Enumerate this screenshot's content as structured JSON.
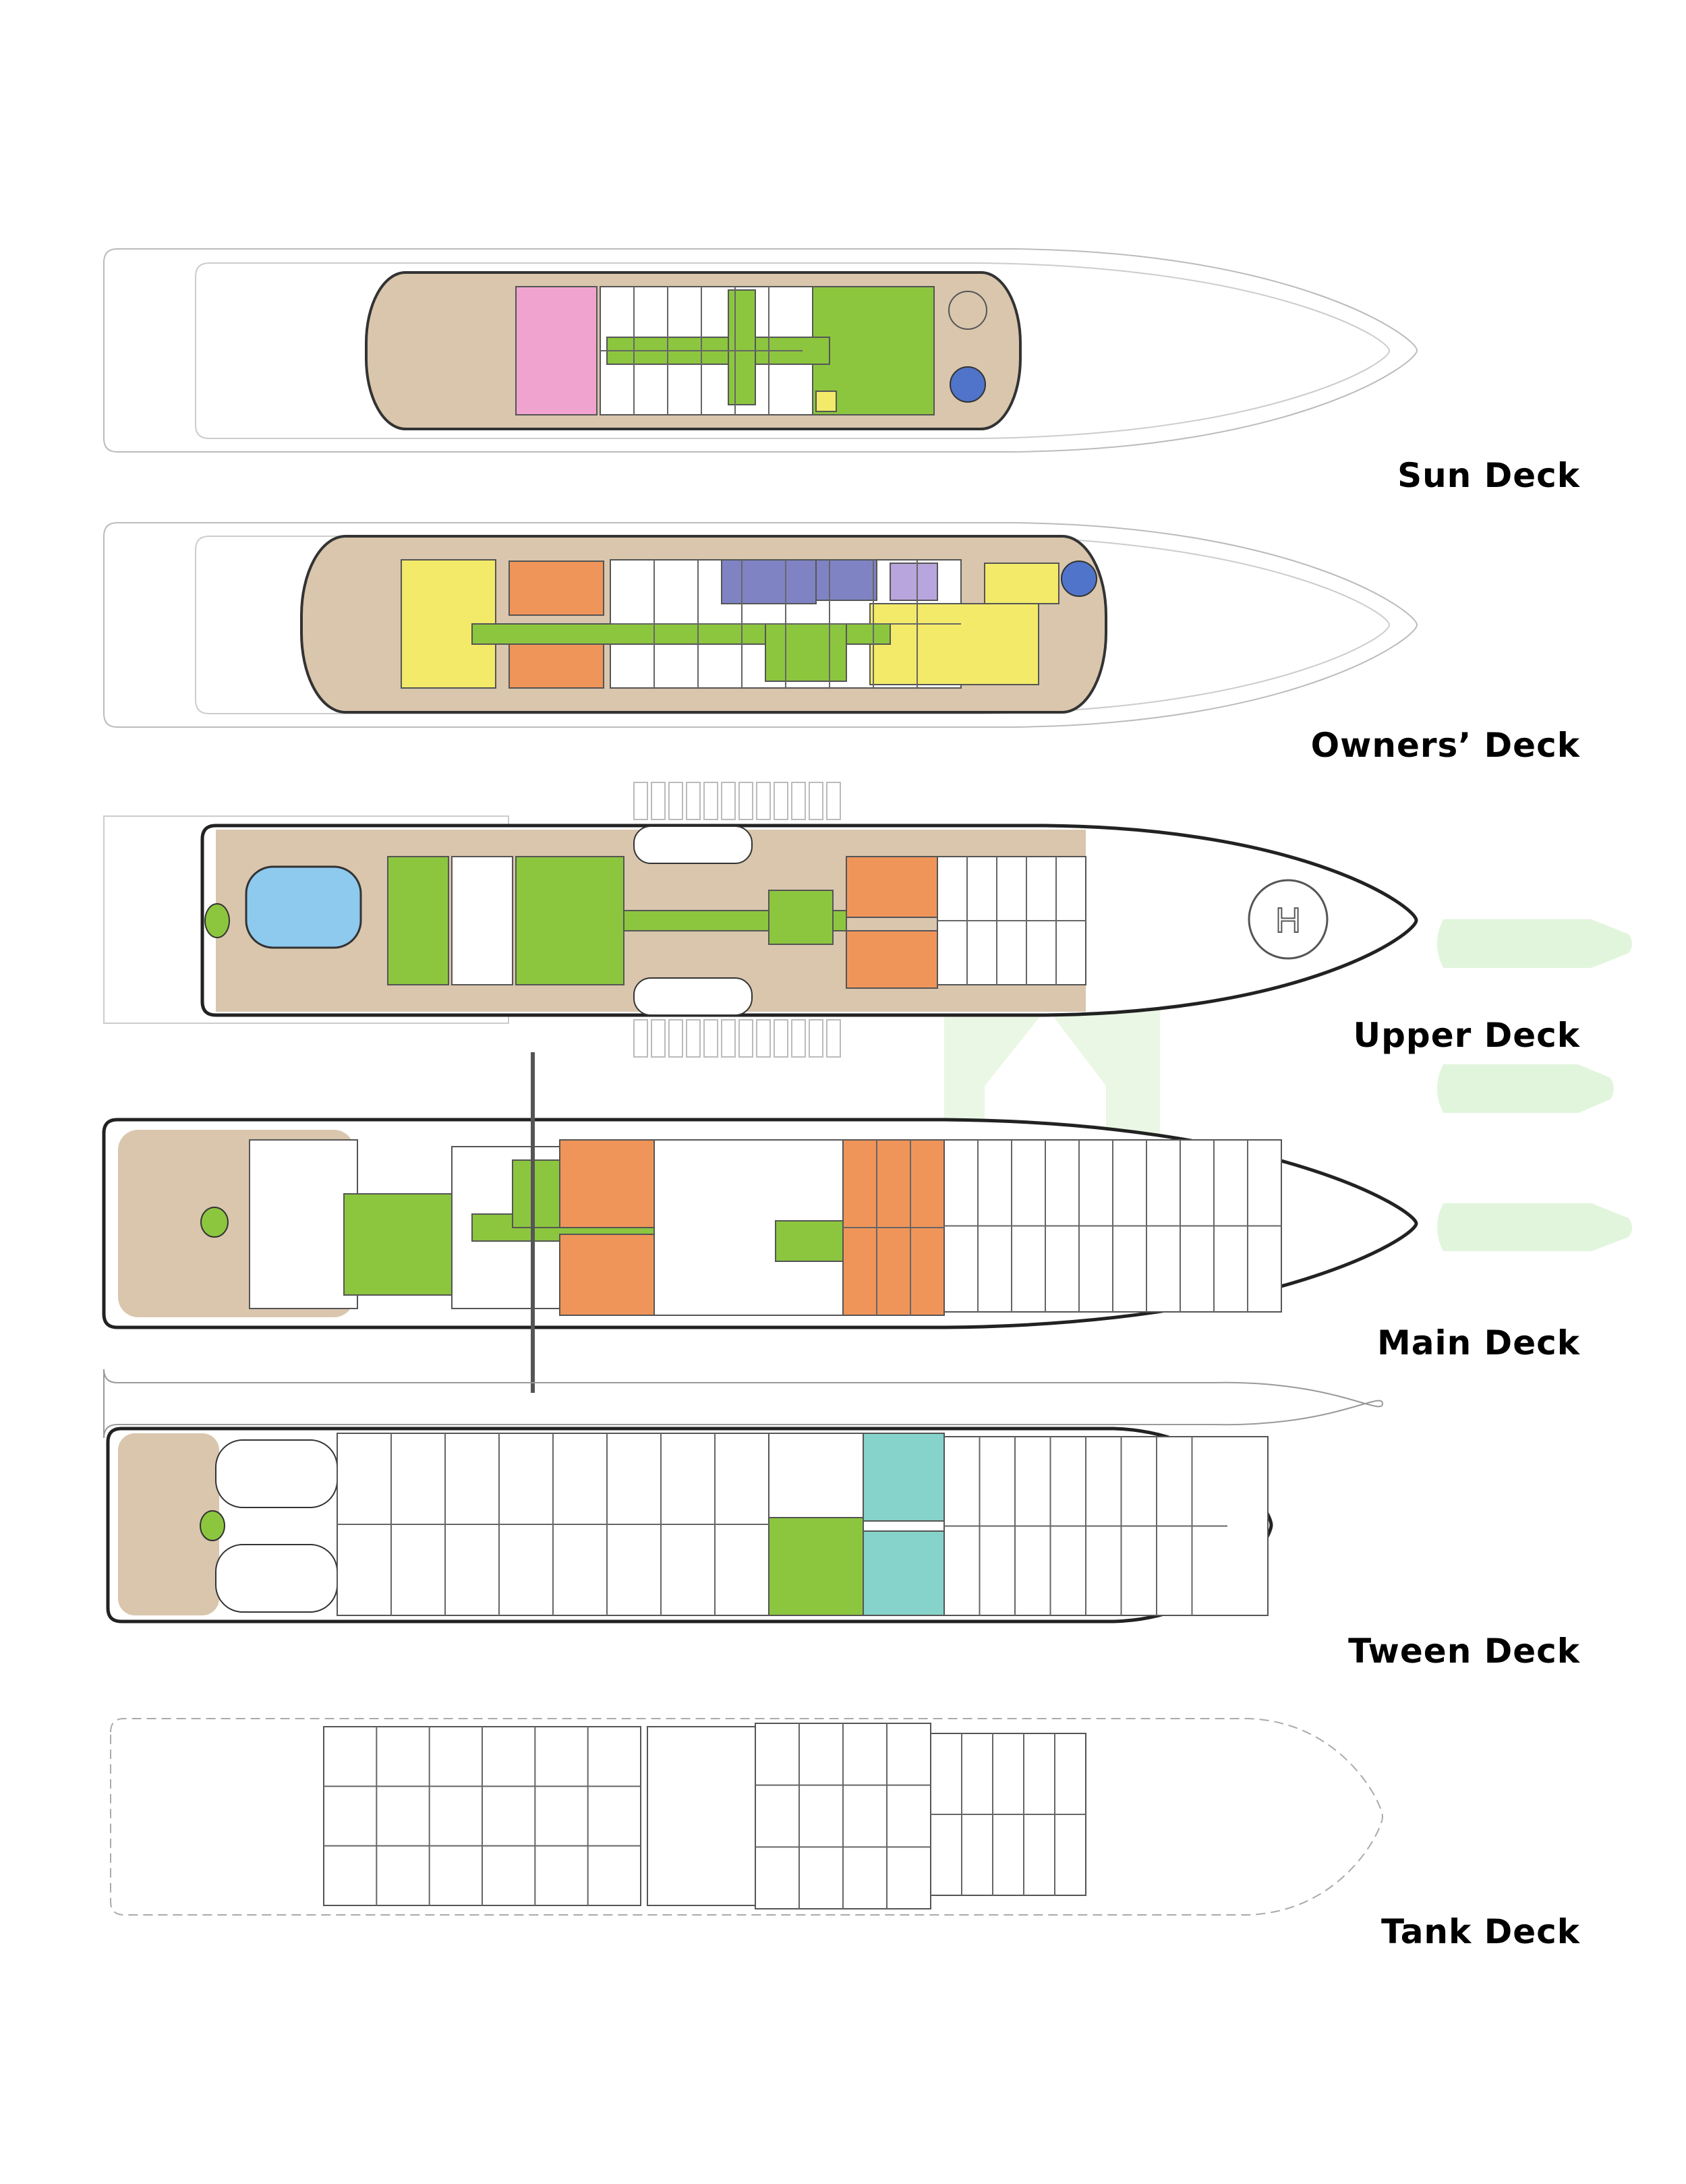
{
  "decks": [
    {
      "id": "sun",
      "label": "Sun Deck"
    },
    {
      "id": "owners",
      "label": "Owners’ Deck"
    },
    {
      "id": "upper",
      "label": "Upper Deck"
    },
    {
      "id": "main",
      "label": "Main Deck"
    },
    {
      "id": "tween",
      "label": "Tween Deck"
    },
    {
      "id": "tank",
      "label": "Tank Deck"
    }
  ],
  "helipad_marker": "H",
  "colors": {
    "guest_green": "#8cc63f",
    "cabin_orange": "#f0955a",
    "owner_yellow": "#f3ea6a",
    "spa_pink": "#f0a3cf",
    "office_blue": "#7f83c4",
    "lavender": "#b9a5dd",
    "crew_teal": "#86d3cb",
    "teak": "#d9c6ad",
    "pool": "#8ec9ee",
    "watermark": "#dcf3d6"
  }
}
